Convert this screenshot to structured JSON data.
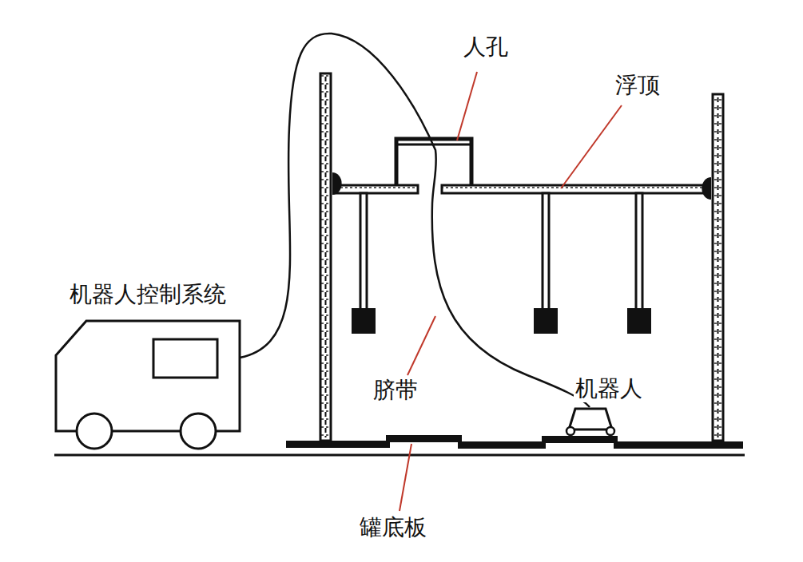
{
  "diagram": {
    "labels": [
      "人孔",
      "浮顶",
      "机器人控制系统",
      "脐带",
      "机器人",
      "罐底板"
    ]
  }
}
